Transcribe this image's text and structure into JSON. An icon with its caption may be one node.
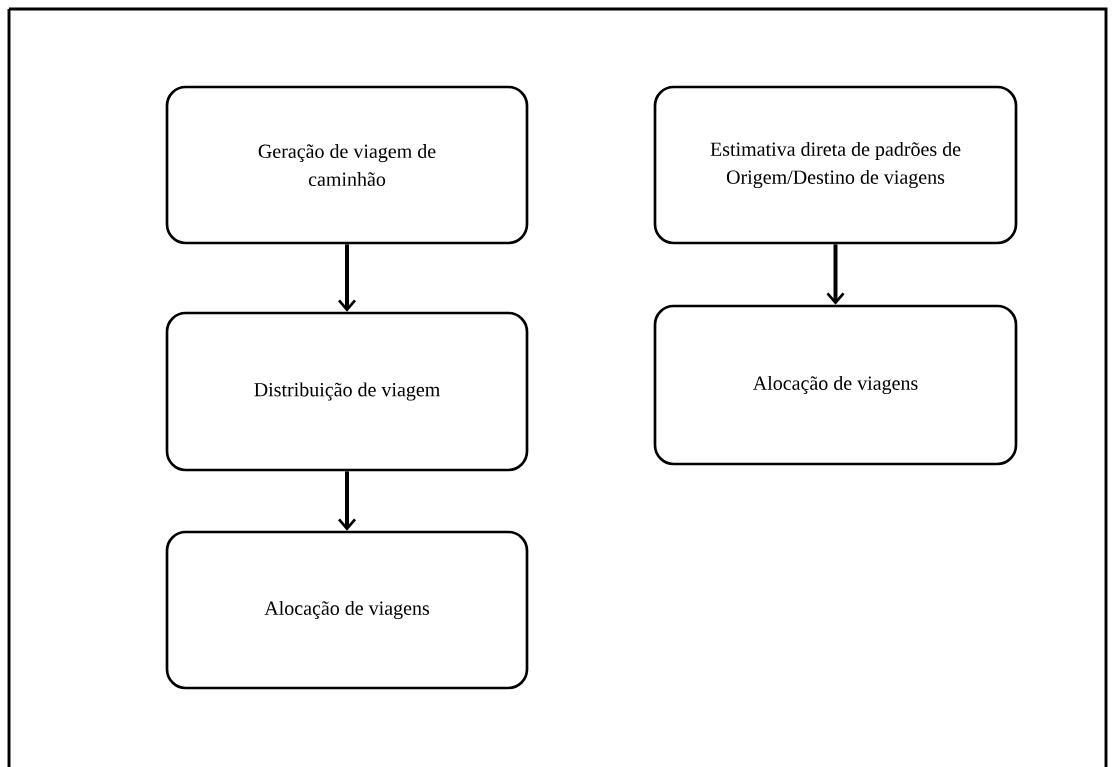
{
  "diagram": {
    "nodes": [
      {
        "text": [
          "Geração de viagem de caminhão"
        ]
      },
      {
        "text": [
          "Distribuição de viagem"
        ]
      },
      {
        "text": [
          "Alocação de viagens"
        ]
      },
      {
        "text": [
          "Estimativa direta de padrões de Origem/Destino de viagens"
        ]
      },
      {
        "text": [
          "Alocação de viagens"
        ]
      }
    ],
    "edges": [
      {
        "from": 0,
        "to": 1,
        "arrow": "to"
      },
      {
        "from": 1,
        "to": 2,
        "arrow": "to"
      },
      {
        "from": 3,
        "to": 4,
        "arrow": "to"
      }
    ]
  }
}
